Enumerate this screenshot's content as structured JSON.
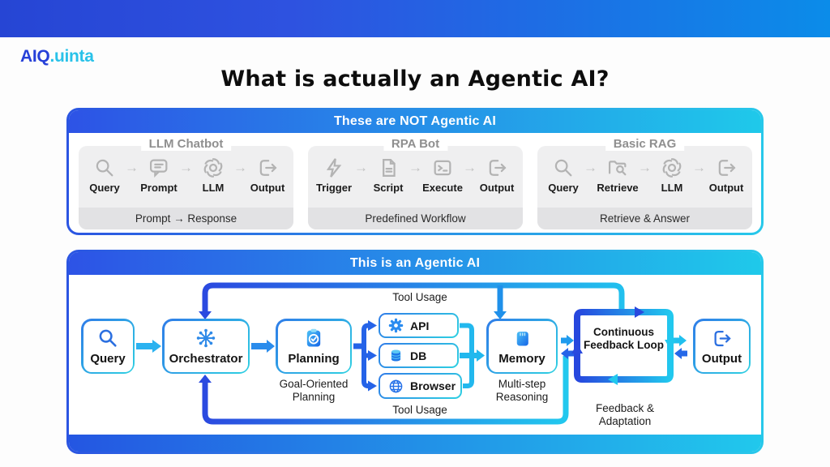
{
  "logo": {
    "prefix": "AIQ",
    "suffix": ".uinta"
  },
  "title": "What is actually an Agentic AI?",
  "icons": {
    "arrow_right": "→"
  },
  "colors": {
    "royal_blue": "#2b55e2",
    "cyan": "#27c8ea",
    "gray_icon": "#b3b3b3"
  },
  "not_agentic": {
    "banner": "These are NOT Agentic AI",
    "cards": [
      {
        "title": "LLM Chatbot",
        "steps": [
          {
            "label": "Query"
          },
          {
            "label": "Prompt"
          },
          {
            "label": "LLM"
          },
          {
            "label": "Output"
          }
        ],
        "footer": "Prompt → Response"
      },
      {
        "title": "RPA Bot",
        "steps": [
          {
            "label": "Trigger"
          },
          {
            "label": "Script"
          },
          {
            "label": "Execute"
          },
          {
            "label": "Output"
          }
        ],
        "footer": "Predefined Workflow"
      },
      {
        "title": "Basic RAG",
        "steps": [
          {
            "label": "Query"
          },
          {
            "label": "Retrieve"
          },
          {
            "label": "LLM"
          },
          {
            "label": "Output"
          }
        ],
        "footer": "Retrieve & Answer"
      }
    ]
  },
  "agentic": {
    "banner": "This is an Agentic AI",
    "query": {
      "label": "Query"
    },
    "orchestrator": {
      "label": "Orchestrator"
    },
    "planning": {
      "label": "Planning",
      "sublabel": "Goal-Oriented Planning"
    },
    "tools": {
      "top_label": "Tool Usage",
      "bottom_label": "Tool Usage",
      "api": {
        "label": "API"
      },
      "db": {
        "label": "DB"
      },
      "browser": {
        "label": "Browser"
      }
    },
    "memory": {
      "label": "Memory",
      "sublabel": "Multi-step Reasoning"
    },
    "loop": {
      "label": "Continuous Feedback Loop",
      "sublabel": "Feedback & Adaptation"
    },
    "output": {
      "label": "Output"
    }
  }
}
